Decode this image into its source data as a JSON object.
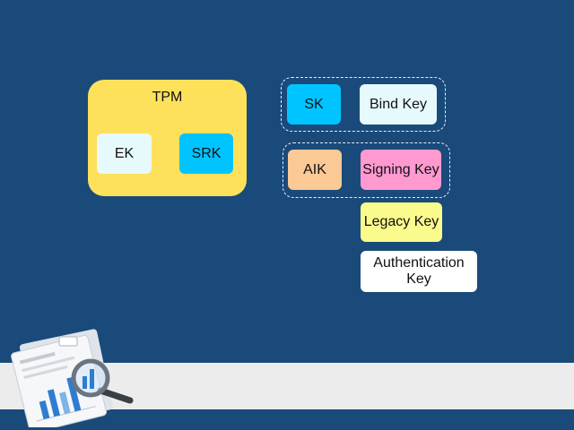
{
  "tpm": {
    "title": "TPM",
    "ek_label": "EK",
    "srk_label": "SRK"
  },
  "keys": {
    "sk": "SK",
    "bind_key": "Bind Key",
    "aik": "AIK",
    "signing_key": "Signing Key",
    "legacy_key": "Legacy Key",
    "authentication_key": "Authentication Key"
  },
  "colors": {
    "background": "#1a4a7a",
    "tpm": "#fde15b",
    "ek": "#e6fafd",
    "srk": "#00c4ff",
    "sk": "#00c4ff",
    "bind_key": "#e6fafd",
    "aik": "#fbc996",
    "signing_key": "#ff99d0",
    "legacy_key": "#fbfa8c",
    "authentication_key": "#ffffff"
  },
  "icons": {
    "decoration": "report-magnifier-icon"
  }
}
